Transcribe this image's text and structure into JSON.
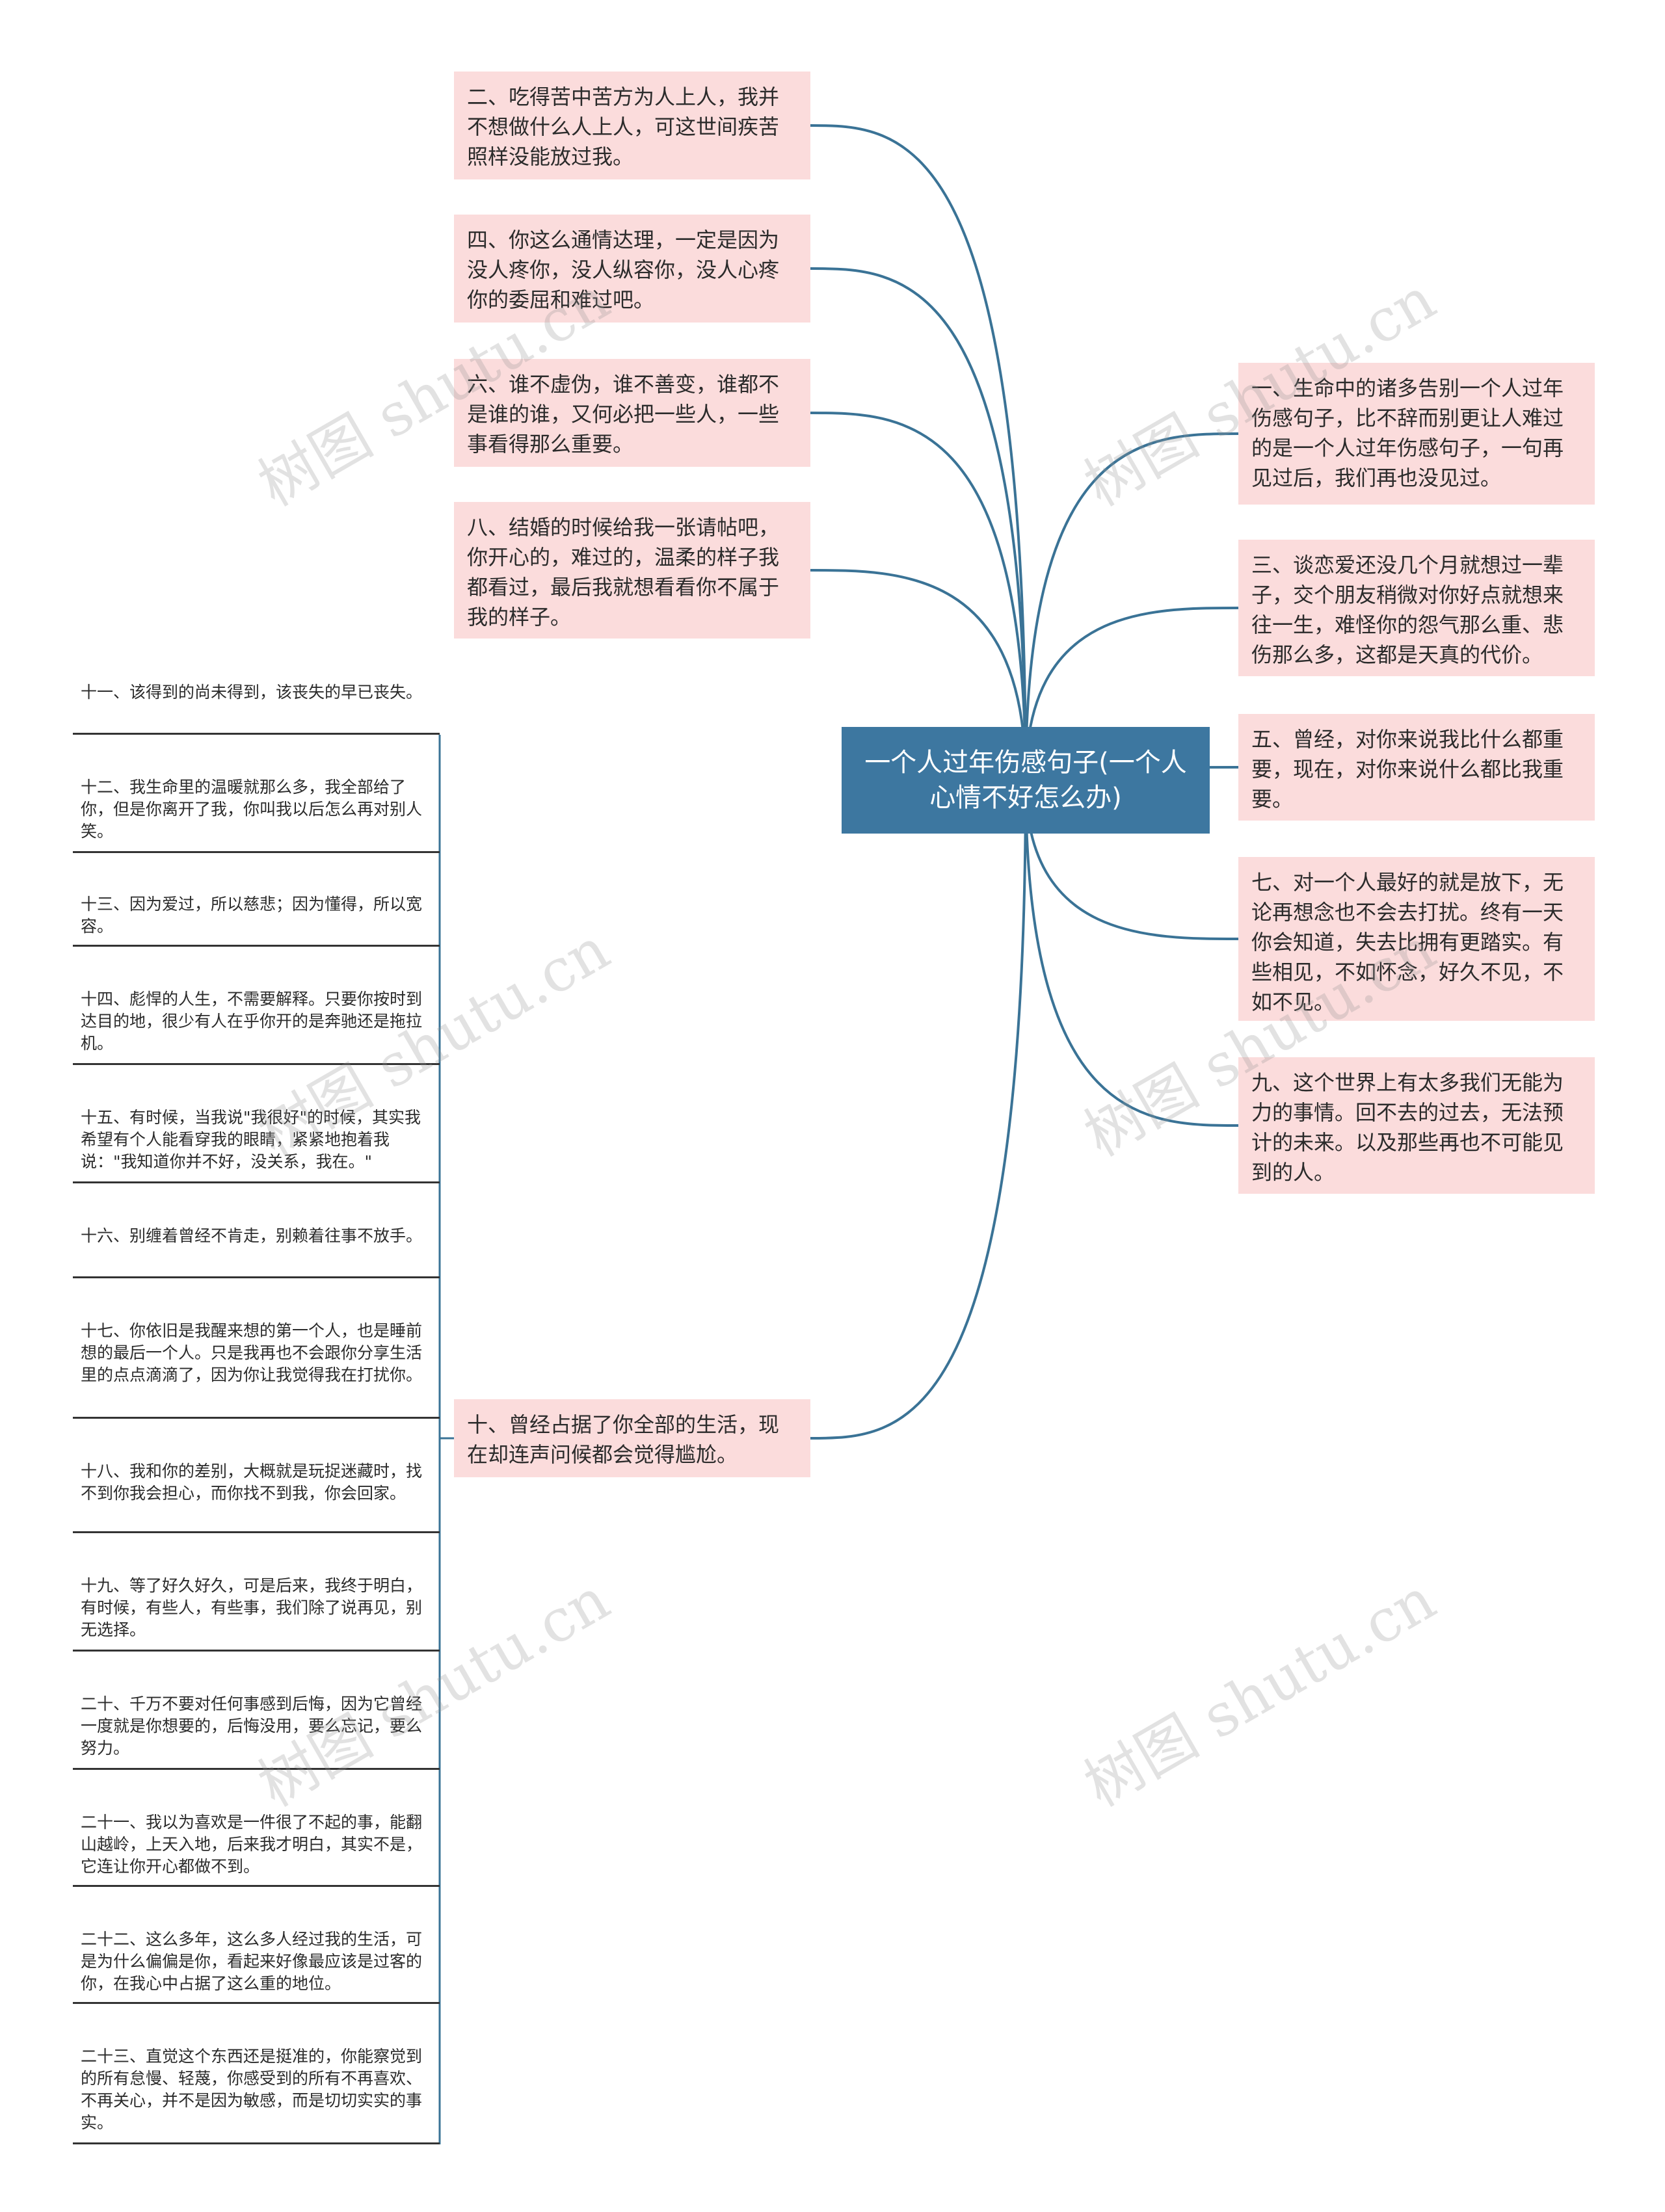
{
  "central": {
    "label": "一个人过年伤感句子(一个人心情不好怎么办)"
  },
  "left_nodes": [
    "二、吃得苦中苦方为人上人，我并不想做什么人上人，可这世间疾苦照样没能放过我。",
    "四、你这么通情达理，一定是因为没人疼你，没人纵容你，没人心疼你的委屈和难过吧。",
    "六、谁不虚伪，谁不善变，谁都不是谁的谁，又何必把一些人，一些事看得那么重要。",
    "八、结婚的时候给我一张请帖吧，你开心的，难过的，温柔的样子我都看过，最后我就想看看你不属于我的样子。",
    "十、曾经占据了你全部的生活，现在却连声问候都会觉得尴尬。"
  ],
  "right_nodes": [
    "一、生命中的诸多告别一个人过年伤感句子，比不辞而别更让人难过的是一个人过年伤感句子，一句再见过后，我们再也没见过。",
    "三、谈恋爱还没几个月就想过一辈子，交个朋友稍微对你好点就想来往一生，难怪你的怨气那么重、悲伤那么多，这都是天真的代价。",
    "五、曾经，对你来说我比什么都重要，现在，对你来说什么都比我重要。",
    "七、对一个人最好的就是放下，无论再想念也不会去打扰。终有一天你会知道，失去比拥有更踏实。有些相见，不如怀念，好久不见，不如不见。",
    "九、这个世界上有太多我们无能为力的事情。回不去的过去，无法预计的未来。以及那些再也不可能见到的人。"
  ],
  "leaf_nodes": [
    "十一、该得到的尚未得到，该丧失的早已丧失。",
    "十二、我生命里的温暖就那么多，我全部给了你，但是你离开了我，你叫我以后怎么再对别人笑。",
    "十三、因为爱过，所以慈悲；因为懂得，所以宽容。",
    "十四、彪悍的人生，不需要解释。只要你按时到达目的地，很少有人在乎你开的是奔驰还是拖拉机。",
    "十五、有时候，当我说\"我很好\"的时候，其实我希望有个人能看穿我的眼睛，紧紧地抱着我说：\"我知道你并不好，没关系，我在。\"",
    "十六、别缠着曾经不肯走，别赖着往事不放手。",
    "十七、你依旧是我醒来想的第一个人，也是睡前想的最后一个人。只是我再也不会跟你分享生活里的点点滴滴了，因为你让我觉得我在打扰你。",
    "十八、我和你的差别，大概就是玩捉迷藏时，找不到你我会担心，而你找不到我，你会回家。",
    "十九、等了好久好久，可是后来，我终于明白，有时候，有些人，有些事，我们除了说再见，别无选择。",
    "二十、千万不要对任何事感到后悔，因为它曾经一度就是你想要的，后悔没用，要么忘记，要么努力。",
    "二十一、我以为喜欢是一件很了不起的事，能翻山越岭，上天入地，后来我才明白，其实不是，它连让你开心都做不到。",
    "二十二、这么多年，这么多人经过我的生活，可是为什么偏偏是你，看起来好像最应该是过客的你，在我心中占据了这么重的地位。",
    "二十三、直觉这个东西还是挺准的，你能察觉到的所有怠慢、轻蔑，你感受到的所有不再喜欢、不再关心，并不是因为敏感，而是切切实实的事实。"
  ],
  "watermark": {
    "text": "树图 shutu.cn"
  },
  "colors": {
    "central_bg": "#3d77a0",
    "node_bg": "#fbdcdc",
    "connector": "#3a7396",
    "leaf_line": "#333333"
  }
}
